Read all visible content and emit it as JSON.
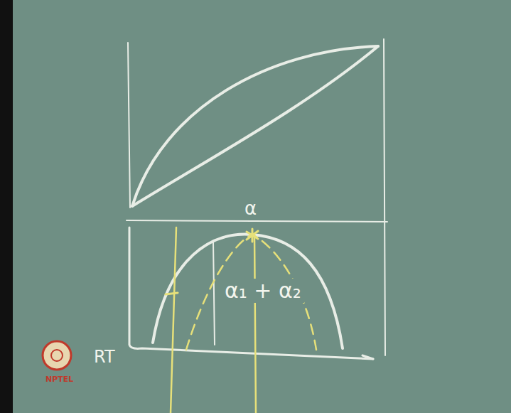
{
  "diagram": {
    "labels": [
      "α",
      "α₁ + α₂",
      "RT",
      "NPTEL"
    ]
  }
}
